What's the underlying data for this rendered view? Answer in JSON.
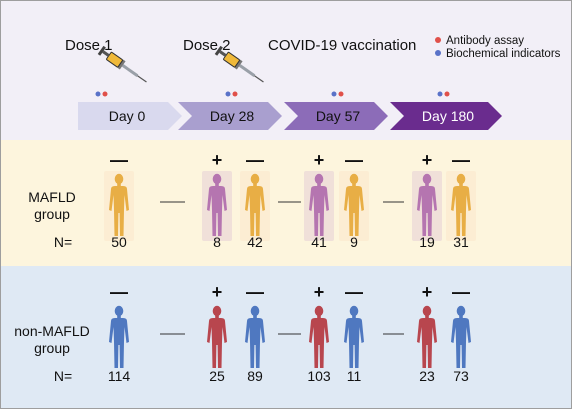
{
  "header": {
    "doses": [
      {
        "label": "Dose 1"
      },
      {
        "label": "Dose 2"
      }
    ],
    "title": "COVID-19 vaccination",
    "legend": [
      {
        "label": "Antibody assay",
        "color": "#e0504a"
      },
      {
        "label": "Biochemical indicators",
        "color": "#5a72c8"
      }
    ]
  },
  "timeline": [
    {
      "label": "Day 0",
      "color": "#d9d9ee"
    },
    {
      "label": "Day 28",
      "color": "#a99fcf"
    },
    {
      "label": "Day 57",
      "color": "#8c6cb8"
    },
    {
      "label": "Day 180",
      "color": "#6a2c8e"
    }
  ],
  "groups": [
    {
      "name": "MAFLD group",
      "name_lines": [
        "MAFLD",
        "group"
      ],
      "n_label": "N=",
      "background": "#fdf5dd",
      "positive_color": "#b575b0",
      "negative_color": "#e8ae45",
      "timepoints": [
        {
          "columns": [
            {
              "sign": "—",
              "type": "negative",
              "n": "50"
            }
          ]
        },
        {
          "columns": [
            {
              "sign": "+",
              "type": "positive",
              "n": "8"
            },
            {
              "sign": "—",
              "type": "negative",
              "n": "42"
            }
          ]
        },
        {
          "columns": [
            {
              "sign": "+",
              "type": "positive",
              "n": "41"
            },
            {
              "sign": "—",
              "type": "negative",
              "n": "9"
            }
          ]
        },
        {
          "columns": [
            {
              "sign": "+",
              "type": "positive",
              "n": "19"
            },
            {
              "sign": "—",
              "type": "negative",
              "n": "31"
            }
          ]
        }
      ]
    },
    {
      "name": "non-MAFLD group",
      "name_lines": [
        "non-MAFLD",
        "group"
      ],
      "n_label": "N=",
      "background": "#dfe9f4",
      "positive_color": "#b8464e",
      "negative_color": "#4f78c0",
      "timepoints": [
        {
          "columns": [
            {
              "sign": "—",
              "type": "negative",
              "n": "114"
            }
          ]
        },
        {
          "columns": [
            {
              "sign": "+",
              "type": "positive",
              "n": "25"
            },
            {
              "sign": "—",
              "type": "negative",
              "n": "89"
            }
          ]
        },
        {
          "columns": [
            {
              "sign": "+",
              "type": "positive",
              "n": "103"
            },
            {
              "sign": "—",
              "type": "negative",
              "n": "11"
            }
          ]
        },
        {
          "columns": [
            {
              "sign": "+",
              "type": "positive",
              "n": "23"
            },
            {
              "sign": "—",
              "type": "negative",
              "n": "73"
            }
          ]
        }
      ]
    }
  ],
  "colors": {
    "header_bg": "#f2eff7",
    "border": "#9e9e9e",
    "text": "#111111"
  }
}
